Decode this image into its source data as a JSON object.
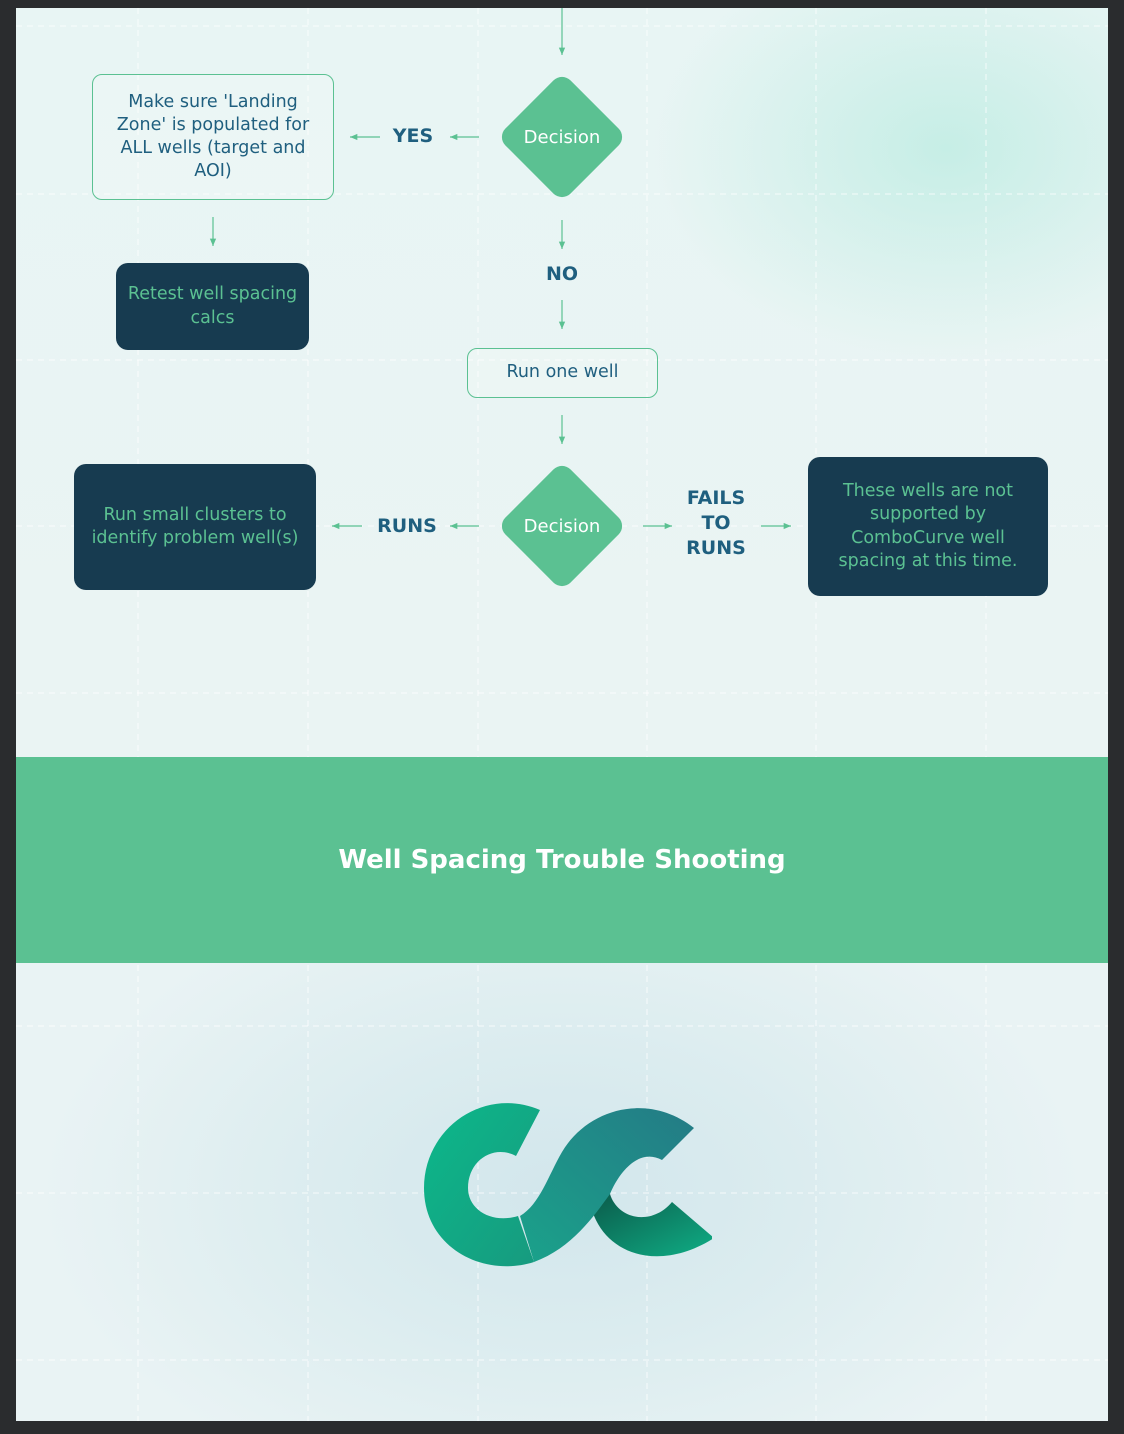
{
  "nodes": {
    "landing_zone": "Make sure 'Landing Zone' is populated for ALL wells (target and AOI)",
    "retest": "Retest well spacing calcs",
    "run_one_well": "Run one well",
    "run_clusters": "Run small clusters to identify problem well(s)",
    "not_supported": "These wells are not supported by ComboCurve well spacing at this time."
  },
  "decisions": {
    "first": "Decision",
    "second": "Decision"
  },
  "edge_labels": {
    "yes": "YES",
    "no": "NO",
    "runs": "RUNS",
    "fails_line1": "FAILS",
    "fails_line2": "TO",
    "fails_line3": "RUNS"
  },
  "banner": {
    "title": "Well Spacing Trouble Shooting"
  },
  "logo": {
    "icon": "combocurve-logo"
  },
  "colors": {
    "accent_green": "#5bc192",
    "dark_navy": "#173b50",
    "text_blue": "#1f5f7f",
    "arrow_green": "#5bc192"
  }
}
